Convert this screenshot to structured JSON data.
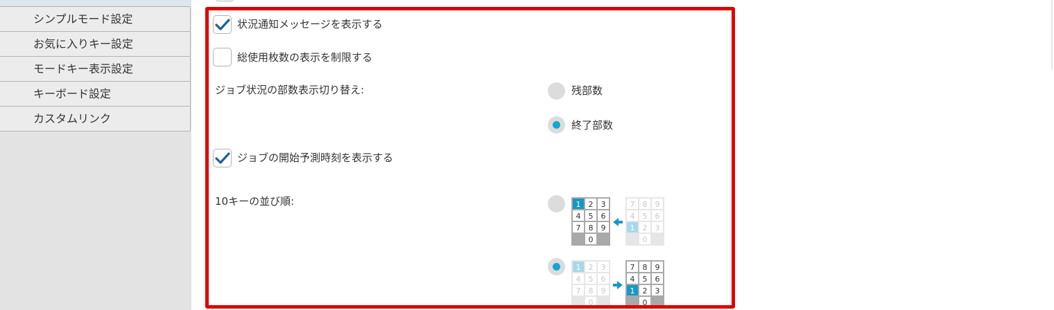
{
  "sidebar": {
    "items": [
      {
        "label": "シンプルモード設定"
      },
      {
        "label": "お気に入りキー設定"
      },
      {
        "label": "モードキー表示設定"
      },
      {
        "label": "キーボード設定"
      },
      {
        "label": "カスタムリンク"
      }
    ]
  },
  "settings": {
    "status_message": {
      "label": "状況通知メッセージを表示する",
      "checked": true
    },
    "limit_total_sheets": {
      "label": "総使用枚数の表示を制限する",
      "checked": false
    },
    "job_count_display": {
      "label": "ジョブ状況の部数表示切り替え:",
      "options": [
        {
          "label": "残部数",
          "selected": false
        },
        {
          "label": "終了部数",
          "selected": true
        }
      ]
    },
    "job_start_time": {
      "label": "ジョブの開始予測時刻を表示する",
      "checked": true
    },
    "tenkey_order": {
      "label": "10キーの並び順:",
      "options": [
        {
          "selected": false,
          "icon": "keypad-123-top-icon"
        },
        {
          "selected": true,
          "icon": "keypad-789-top-icon"
        }
      ]
    }
  },
  "colors": {
    "highlight": "#e00000",
    "accent": "#15a6d3",
    "checkmark": "#1c5f94"
  }
}
